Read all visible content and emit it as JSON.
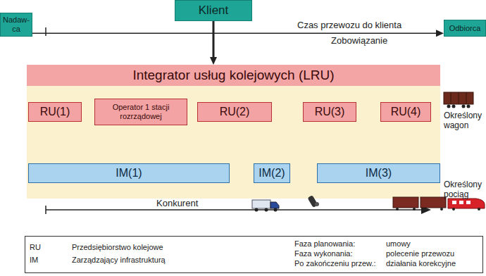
{
  "diagram": {
    "nodes": [
      {
        "text": [
          "Klient"
        ]
      },
      {
        "text": [
          "Nadaw- ca"
        ]
      },
      {
        "text": [
          "Odbiorca"
        ]
      },
      {
        "text": [
          "Integrator usług kolejowych (LRU)"
        ]
      },
      {
        "text": [
          "RU(1)"
        ]
      },
      {
        "text": [
          "Operator 1 stacji rozrządowej"
        ]
      },
      {
        "text": [
          "RU(2)"
        ]
      },
      {
        "text": [
          "RU(3)"
        ]
      },
      {
        "text": [
          "RU(4)"
        ]
      },
      {
        "text": [
          "IM(1)"
        ]
      },
      {
        "text": [
          "IM(2)"
        ]
      },
      {
        "text": [
          "IM(3)"
        ]
      }
    ],
    "edges": [
      {
        "from": 0,
        "to": 3,
        "arrow": "to"
      },
      {
        "from": 1,
        "to": 2,
        "arrow": "to",
        "label": "Czas przewozu do klienta"
      }
    ],
    "labels": [
      "Zobowiązanie",
      "Określony wagon",
      "Określony pociąg",
      "Konkurent",
      "RU",
      "Przedsiębiorstwo kolejowe",
      "IM",
      "Zarządzający infrastrukturą",
      "Faza planowania:",
      "umowy",
      "Faza wykonania:",
      "polecenie przewozu",
      "Po zakończeniu przew.:",
      "działania korekcyjne"
    ]
  }
}
